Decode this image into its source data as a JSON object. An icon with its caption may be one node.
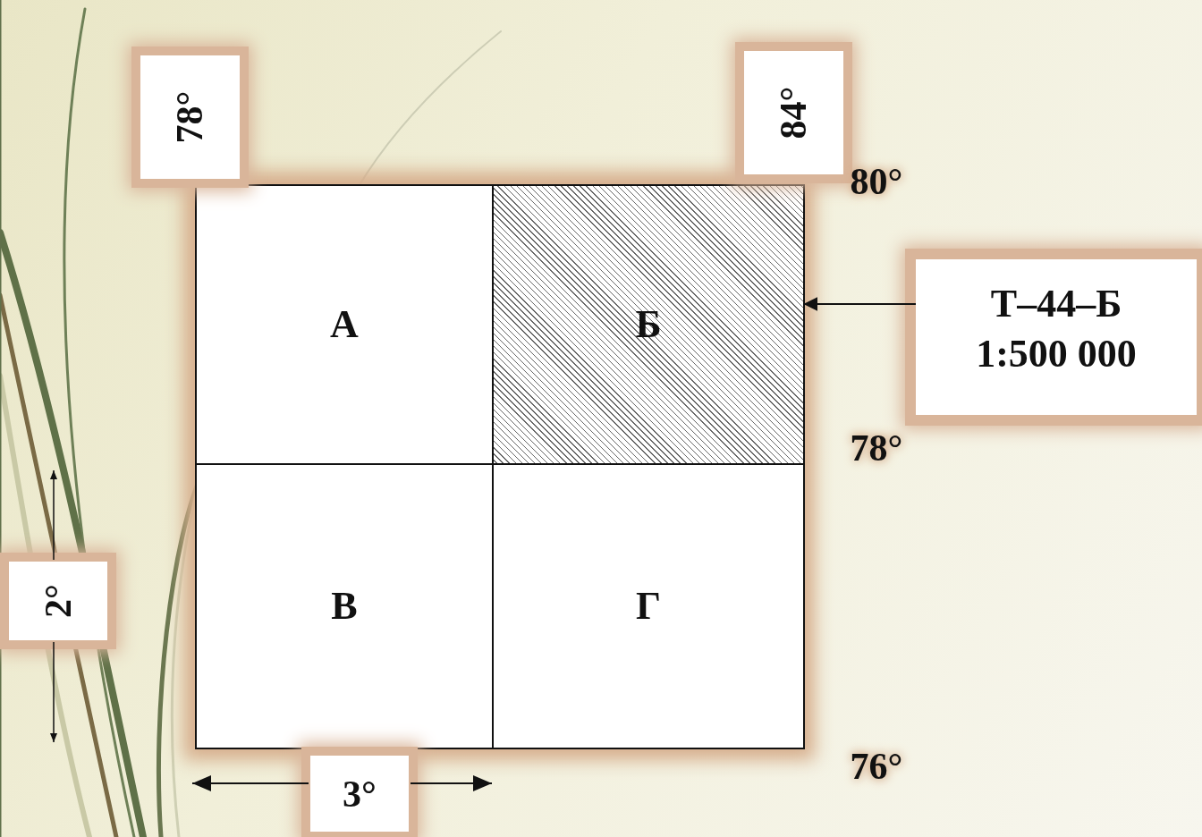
{
  "diagram": {
    "nodes": [
      {
        "text": [
          "А"
        ]
      },
      {
        "text": [
          "Б"
        ]
      },
      {
        "text": [
          "В"
        ]
      },
      {
        "text": [
          "Г"
        ]
      },
      {
        "text": [
          "Т–44–Б",
          "1:500 000"
        ]
      }
    ],
    "edges": [
      {
        "from": 4,
        "to": 1,
        "arrow": "to"
      }
    ],
    "labels": [
      "78°",
      "84°",
      "80°",
      "78°",
      "2°",
      "76°",
      "3°"
    ]
  }
}
